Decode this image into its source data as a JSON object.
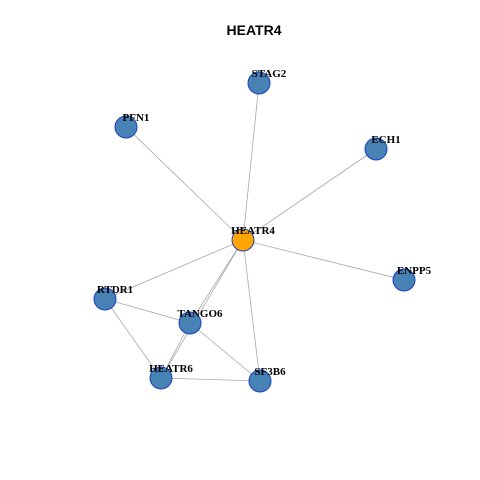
{
  "title": "HEATR4",
  "colors": {
    "center_node": "#FFA500",
    "neighbor_node": "#4682B4",
    "node_border": "#1E3FBF",
    "edge": "#A8A8A8"
  },
  "nodes": [
    {
      "id": "HEATR4",
      "label": "HEATR4",
      "role": "center"
    },
    {
      "id": "STAG2",
      "label": "STAG2",
      "role": "neighbor"
    },
    {
      "id": "PFN1",
      "label": "PFN1",
      "role": "neighbor"
    },
    {
      "id": "ECH1",
      "label": "ECH1",
      "role": "neighbor"
    },
    {
      "id": "ENPP5",
      "label": "ENPP5",
      "role": "neighbor"
    },
    {
      "id": "RTDR1",
      "label": "RTDR1",
      "role": "neighbor"
    },
    {
      "id": "TANGO6",
      "label": "TANGO6",
      "role": "neighbor"
    },
    {
      "id": "HEATR6",
      "label": "HEATR6",
      "role": "neighbor"
    },
    {
      "id": "SF3B6",
      "label": "SF3B6",
      "role": "neighbor"
    }
  ],
  "edges": [
    [
      "HEATR4",
      "STAG2"
    ],
    [
      "HEATR4",
      "PFN1"
    ],
    [
      "HEATR4",
      "ECH1"
    ],
    [
      "HEATR4",
      "ENPP5"
    ],
    [
      "HEATR4",
      "RTDR1"
    ],
    [
      "HEATR4",
      "TANGO6"
    ],
    [
      "HEATR4",
      "HEATR6"
    ],
    [
      "HEATR4",
      "SF3B6"
    ],
    [
      "RTDR1",
      "TANGO6"
    ],
    [
      "RTDR1",
      "HEATR6"
    ],
    [
      "TANGO6",
      "HEATR6"
    ],
    [
      "TANGO6",
      "SF3B6"
    ],
    [
      "HEATR6",
      "SF3B6"
    ]
  ]
}
